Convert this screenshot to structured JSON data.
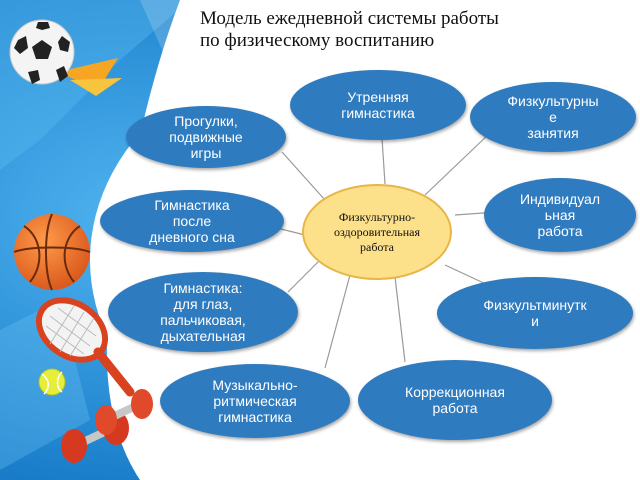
{
  "title": {
    "line1": "Модель ежедневной системы работы",
    "line2": "по физическому воспитанию"
  },
  "center": {
    "lines": [
      "Физкультурно-",
      "оздоровительная",
      "работа"
    ]
  },
  "nodes": {
    "morning": {
      "lines": [
        "Утренняя",
        "гимнастика"
      ]
    },
    "pe_classes": {
      "lines": [
        "Физкультурны",
        "е",
        "занятия"
      ]
    },
    "individual": {
      "lines": [
        "Индивидуал",
        "ьная",
        "работа"
      ]
    },
    "phys_minutes": {
      "lines": [
        "Физкультминутк",
        "и"
      ]
    },
    "correction": {
      "lines": [
        "Коррекционная",
        "работа"
      ]
    },
    "music": {
      "lines": [
        "Музыкально-",
        "ритмическая",
        "гимнастика"
      ]
    },
    "eye_finger": {
      "lines": [
        "Гимнастика:",
        "для глаз,",
        "пальчиковая,",
        "дыхательная"
      ]
    },
    "after_nap": {
      "lines": [
        "Гимнастика",
        "после",
        "дневного сна"
      ]
    },
    "walks": {
      "lines": [
        "Прогулки,",
        "подвижные",
        "игры"
      ]
    }
  },
  "colors": {
    "node_fill": "#2f7bbf",
    "center_fill": "#fce08a",
    "center_border": "#e8b648",
    "background_blue": "#1f86cf",
    "connector": "#9a9a9a"
  },
  "decorations": [
    "soccer-ball-icon",
    "basketball-icon",
    "tennis-racket-icon",
    "tennis-ball-icon",
    "dumbbell-icon"
  ]
}
